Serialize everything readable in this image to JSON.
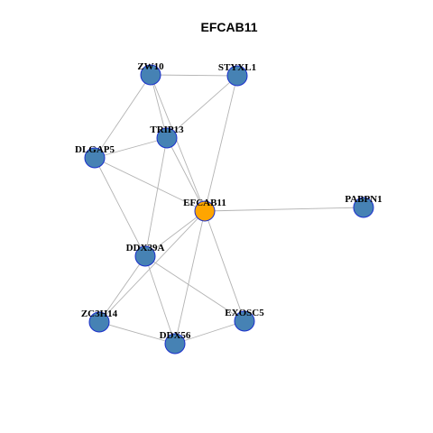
{
  "title": "EFCAB11",
  "colors": {
    "node_fill": "#4682b4",
    "center_fill": "#ffa500",
    "node_border": "#1a2fcc",
    "edge": "#b3b3b3"
  },
  "nodes": [
    {
      "id": "ZW10",
      "label": "ZW10",
      "center": false
    },
    {
      "id": "STYXL1",
      "label": "STYXL1",
      "center": false
    },
    {
      "id": "TRIP13",
      "label": "TRIP13",
      "center": false
    },
    {
      "id": "DLGAP5",
      "label": "DLGAP5",
      "center": false
    },
    {
      "id": "EFCAB11",
      "label": "EFCAB11",
      "center": true
    },
    {
      "id": "PABPN1",
      "label": "PABPN1",
      "center": false
    },
    {
      "id": "DDX39A",
      "label": "DDX39A",
      "center": false
    },
    {
      "id": "ZC3H14",
      "label": "ZC3H14",
      "center": false
    },
    {
      "id": "EXOSC5",
      "label": "EXOSC5",
      "center": false
    },
    {
      "id": "DDX56",
      "label": "DDX56",
      "center": false
    }
  ],
  "edges": [
    [
      "ZW10",
      "STYXL1"
    ],
    [
      "ZW10",
      "TRIP13"
    ],
    [
      "ZW10",
      "DLGAP5"
    ],
    [
      "ZW10",
      "EFCAB11"
    ],
    [
      "STYXL1",
      "TRIP13"
    ],
    [
      "STYXL1",
      "EFCAB11"
    ],
    [
      "TRIP13",
      "DLGAP5"
    ],
    [
      "TRIP13",
      "EFCAB11"
    ],
    [
      "TRIP13",
      "DDX39A"
    ],
    [
      "DLGAP5",
      "EFCAB11"
    ],
    [
      "DLGAP5",
      "DDX39A"
    ],
    [
      "EFCAB11",
      "PABPN1"
    ],
    [
      "EFCAB11",
      "DDX39A"
    ],
    [
      "EFCAB11",
      "ZC3H14"
    ],
    [
      "EFCAB11",
      "EXOSC5"
    ],
    [
      "EFCAB11",
      "DDX56"
    ],
    [
      "DDX39A",
      "ZC3H14"
    ],
    [
      "DDX39A",
      "EXOSC5"
    ],
    [
      "DDX39A",
      "DDX56"
    ],
    [
      "ZC3H14",
      "DDX56"
    ],
    [
      "DDX56",
      "EXOSC5"
    ]
  ]
}
